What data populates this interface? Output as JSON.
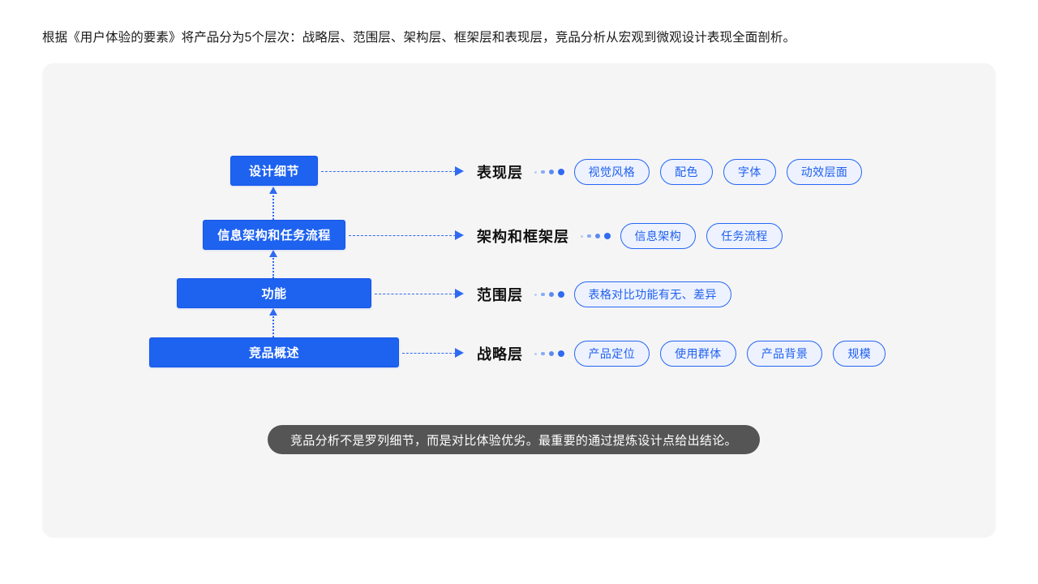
{
  "intro": {
    "text": "根据《用户体验的要素》将产品分为5个层次：战略层、范围层、架构层、框架层和表现层，竞品分析从宏观到微观设计表现全面剖析。"
  },
  "colors": {
    "canvas_bg": "#f5f5f5",
    "block_blue": "#1e62f0",
    "connector_blue": "#2f6bf2",
    "pill_border": "#2666f5",
    "pill_bg": "#edf2fe",
    "pill_text": "#2060f0",
    "callout_bg": "#555555",
    "label_text": "#111111"
  },
  "pyramid": {
    "blocks": [
      {
        "label": "设计细节"
      },
      {
        "label": "信息架构和任务流程"
      },
      {
        "label": "功能"
      },
      {
        "label": "竞品概述"
      }
    ]
  },
  "layers": [
    {
      "name": "表现层",
      "pills": [
        "视觉风格",
        "配色",
        "字体",
        "动效层面"
      ]
    },
    {
      "name": "架构和框架层",
      "pills": [
        "信息架构",
        "任务流程"
      ]
    },
    {
      "name": "范围层",
      "pills": [
        "表格对比功能有无、差异"
      ]
    },
    {
      "name": "战略层",
      "pills": [
        "产品定位",
        "使用群体",
        "产品背景",
        "规模"
      ]
    }
  ],
  "callout": {
    "text": "竞品分析不是罗列细节，而是对比体验优劣。最重要的通过提炼设计点给出结论。"
  }
}
